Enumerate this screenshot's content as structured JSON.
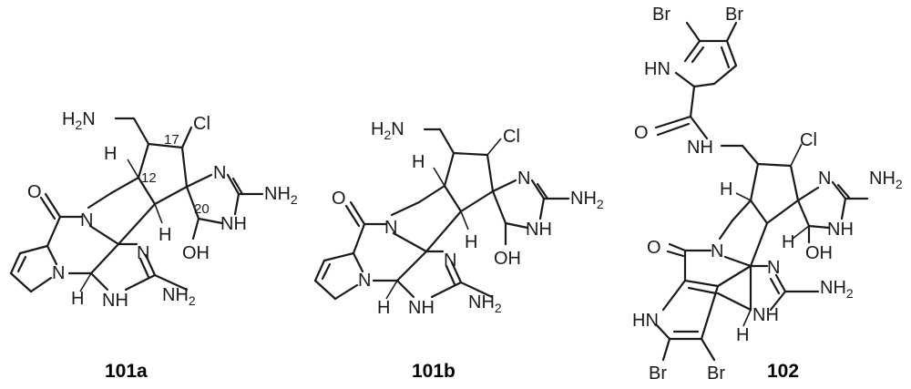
{
  "compounds": [
    {
      "label": "101a",
      "atoms": {
        "amine_top": "H2N",
        "cl": "Cl",
        "imid_n_top": "N",
        "nh2_right": "NH2",
        "nh_right": "NH",
        "oh": "OH",
        "o_carbonyl": "O",
        "n_amide": "N",
        "n_pyrrole": "N",
        "h_12": "H",
        "h_bridge": "H",
        "h_bottom": "H",
        "imid_n_bottom": "N",
        "nh_bottom": "NH",
        "nh2_bottom": "NH2"
      },
      "locants": [
        "17",
        "12",
        "20"
      ]
    },
    {
      "label": "101b",
      "atoms": {
        "amine_top": "H2N",
        "cl": "Cl",
        "imid_n_top": "N",
        "nh2_right": "NH2",
        "nh_right": "NH",
        "oh": "OH",
        "o_carbonyl": "O",
        "n_amide": "N",
        "n_pyrrole": "N",
        "h_12": "H",
        "h_bridge": "H",
        "h_bottom": "H",
        "imid_n_bottom": "N",
        "nh_bottom": "NH",
        "nh2_bottom": "NH2"
      }
    },
    {
      "label": "102",
      "atoms": {
        "br1": "Br",
        "br2": "Br",
        "hn_pyrrole_top": "HN",
        "o_amide": "O",
        "nh_amide": "NH",
        "cl": "Cl",
        "imid_n_top": "N",
        "nh2_right": "NH2",
        "nh_right": "NH",
        "oh": "OH",
        "h_bridge": "H",
        "h_12": "H",
        "o_carbonyl": "O",
        "n_amide": "N",
        "imid_n_bottom": "N",
        "nh2_bottom": "NH2",
        "hn_pyrrole_bottom": "HN",
        "nh_bottom": "NH",
        "h_bottom": "H",
        "br3": "Br",
        "br4": "Br"
      }
    }
  ]
}
